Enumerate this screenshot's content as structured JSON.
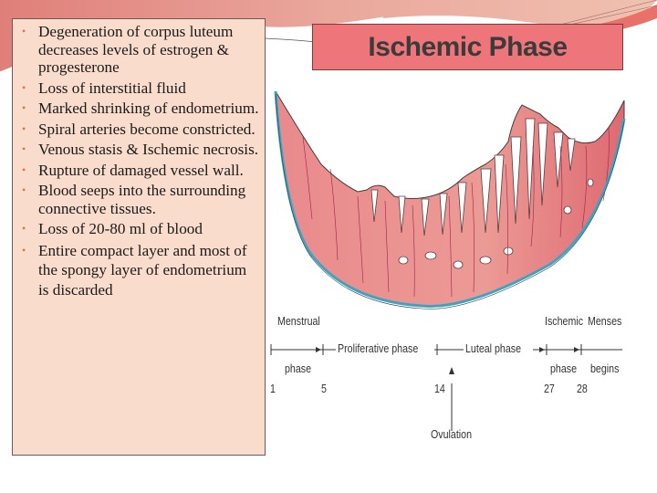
{
  "slide": {
    "title": "Ischemic Phase",
    "colors": {
      "title_bg": "#ee7579",
      "text_box_bg": "#fadccd",
      "bullet_color": "#e2703f",
      "header_band": "#e89890",
      "tissue": "#e8868a",
      "basal_line": "#3fa3c0"
    }
  },
  "bullets": [
    "Degeneration of corpus luteum decreases levels of estrogen & progesterone",
    "Loss of interstitial fluid",
    "Marked shrinking of endometrium.",
    "Spiral arteries become constricted.",
    "Venous stasis & Ischemic necrosis.",
    "Rupture of damaged vessel wall.",
    "Blood seeps into the surrounding connective tissues.",
    "Loss of 20-80 ml of blood",
    "Entire compact layer and most of the spongy layer of endometrium is discarded"
  ],
  "diagram": {
    "timeline": {
      "phase_labels": {
        "menstrual_top": "Menstrual",
        "menstrual_bottom": "phase",
        "proliferative": "Proliferative phase",
        "luteal": "Luteal phase",
        "ischemic_top": "Ischemic",
        "ischemic_bottom": "phase",
        "menses_top": "Menses",
        "menses_bottom": "begins"
      },
      "days": [
        "1",
        "5",
        "14",
        "27",
        "28"
      ],
      "ovulation_label": "Ovulation"
    }
  }
}
